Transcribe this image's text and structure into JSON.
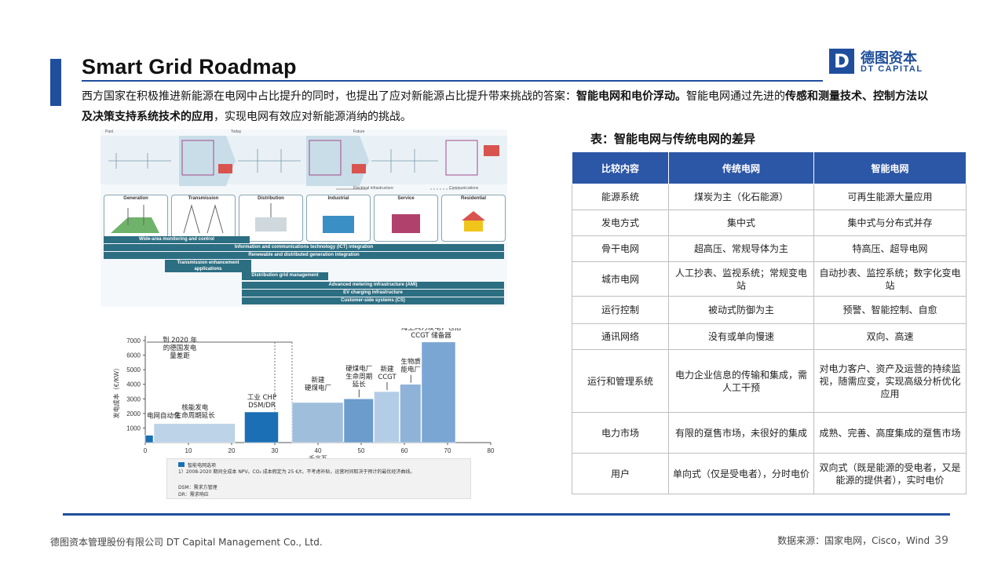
{
  "header": {
    "title": "Smart Grid Roadmap",
    "logo_cn": "德图资本",
    "logo_en": "DT CAPITAL",
    "logo_letter": "D"
  },
  "intro": {
    "p1": "西方国家在积极推进新能源在电网中占比提升的同时，也提出了应对新能源占比提升带来挑战的答案：",
    "b1": "智能电网和电价浮动。",
    "p2": "智能电网通过先进的",
    "b2": "传感和测量技术、控制方法以及决策支持系统技术的应用",
    "p3": "，实现电网有效应对新能源消纳的挑战。"
  },
  "infra_diagram": {
    "stages": [
      "Past",
      "Today",
      "Future"
    ],
    "columns": [
      "Generation",
      "Transmission",
      "Distribution",
      "Industrial",
      "Service",
      "Residential"
    ],
    "legend": [
      "Electrical infrastructure",
      "Communications"
    ],
    "bands": [
      "Wide-area monitoring and control",
      "Information and communications technology (ICT) integration",
      "Renewable and distributed generation integration",
      "Transmission enhancement applications",
      "Distribution grid management",
      "Advanced metering infrastructure (AMI)",
      "EV charging infrastructure",
      "Customer-side systems (CS)"
    ]
  },
  "chart_data": {
    "type": "bar",
    "xlabel": "千兆瓦",
    "ylabel": "发电成本（€/KW）",
    "xlim": [
      0,
      80
    ],
    "ylim": [
      0,
      7000
    ],
    "xticks": [
      0,
      10,
      20,
      30,
      40,
      50,
      60,
      70,
      80
    ],
    "yticks": [
      1000,
      2000,
      3000,
      4000,
      5000,
      6000,
      7000
    ],
    "bars": [
      {
        "x0": 0,
        "x1": 2,
        "value": 500,
        "label": "电网自动化",
        "color": "#1a6fb5"
      },
      {
        "x0": 2,
        "x1": 21,
        "value": 1300,
        "label": "核能发电\n生命周期延长",
        "color": "#bcd3e8"
      },
      {
        "x0": 23,
        "x1": 31,
        "value": 2100,
        "label": "工业 CHP\nDSM/DR",
        "color": "#1a6fb5"
      },
      {
        "x0": 34,
        "x1": 46,
        "value": 2750,
        "label": "新建\n硬煤电厂",
        "color": "#9fbedc"
      },
      {
        "x0": 46,
        "x1": 53,
        "value": 3000,
        "label": "硬煤电厂\n生命周期\n延长",
        "color": "#6c9ccc"
      },
      {
        "x0": 53,
        "x1": 59,
        "value": 3500,
        "label": "新建\nCCGT",
        "color": "#b4cde6"
      },
      {
        "x0": 59,
        "x1": 64,
        "value": 4000,
        "label": "生物质\n能电厂",
        "color": "#8fb3d8"
      },
      {
        "x0": 64,
        "x1": 72,
        "value": 6900,
        "label": "海上风力发电，包括\nCCGT 储备器",
        "color": "#7aa6d4"
      }
    ],
    "bracket_label": "到 2020 年\n的德国发电\n量差距",
    "bracket_range": [
      0,
      34
    ],
    "legend": {
      "key": "智能电网选项",
      "note1": "1）2008-2020 期间全成本 NPV。CO₂ 成本假定为 25 €/t，不考虑补贴，运营时间取决于预计的最优经济曲线。",
      "note2": "DSM：需求方管理",
      "note3": "DR：需求响应",
      "key_color": "#1a6fb5"
    }
  },
  "table": {
    "caption": "表：智能电网与传统电网的差异",
    "headers": [
      "比较内容",
      "传统电网",
      "智能电网"
    ],
    "rows": [
      [
        "能源系统",
        "煤炭为主（化石能源）",
        "可再生能源大量应用"
      ],
      [
        "发电方式",
        "集中式",
        "集中式与分布式并存"
      ],
      [
        "骨干电网",
        "超高压、常规导体为主",
        "特高压、超导电网"
      ],
      [
        "城市电网",
        "人工抄表、监视系统；常规变电站",
        "自动抄表、监控系统；数字化变电站"
      ],
      [
        "运行控制",
        "被动式防御为主",
        "预警、智能控制、自愈"
      ],
      [
        "通讯网络",
        "没有或单向慢速",
        "双向、高速"
      ],
      [
        "运行和管理系统",
        "电力企业信息的传输和集成，需人工干预",
        "对电力客户、资产及运营的持续监视，随需应变，实现高级分析优化应用"
      ],
      [
        "电力市场",
        "有限的趸售市场，未很好的集成",
        "成熟、完善、高度集成的趸售市场"
      ],
      [
        "用户",
        "单向式（仅是受电者），分时电价",
        "双向式（既是能源的受电者，又是能源的提供者），实时电价"
      ]
    ],
    "row_heights": [
      33,
      33,
      33,
      44,
      35,
      33,
      80,
      52,
      52
    ],
    "header_color": "#2c56a6"
  },
  "footer": {
    "company": "德图资本管理股份有限公司 DT Capital Management Co., Ltd.",
    "source": "数据来源：国家电网，Cisco，Wind",
    "page": "39"
  }
}
